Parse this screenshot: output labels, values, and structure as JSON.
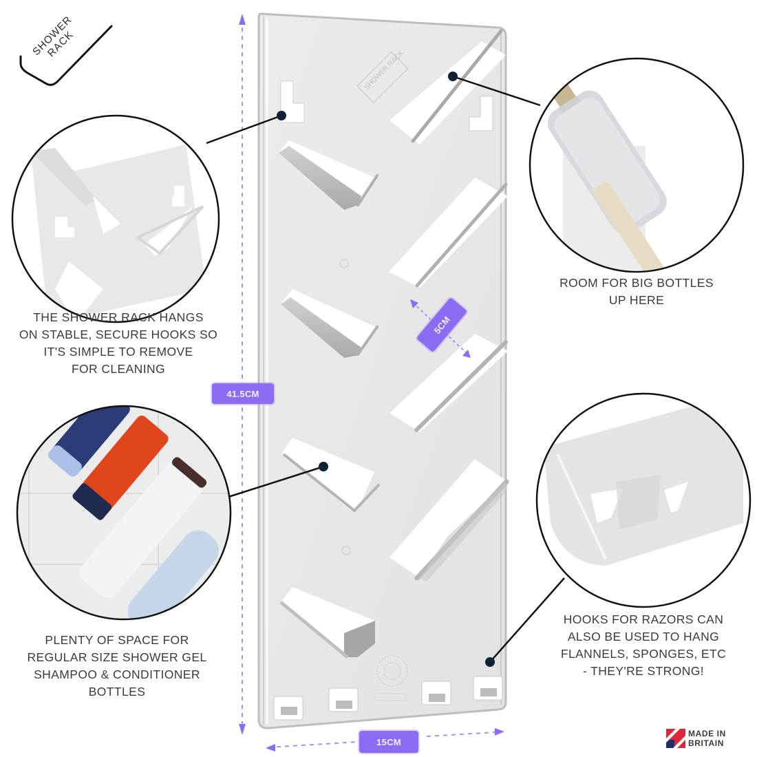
{
  "brand_tag": {
    "line1": "SHOWER",
    "line2": "RACK"
  },
  "rack_embossed_label": "SHOWER RACK",
  "callouts": [
    {
      "id": "hooks",
      "lines": [
        "THE SHOWER RACK HANGS",
        "ON STABLE, SECURE HOOKS SO",
        "IT'S SIMPLE TO REMOVE",
        "FOR CLEANING"
      ]
    },
    {
      "id": "big-bottles",
      "lines": [
        "ROOM FOR BIG BOTTLES",
        "UP HERE"
      ]
    },
    {
      "id": "regular-bottles",
      "lines": [
        "PLENTY OF SPACE FOR",
        "REGULAR SIZE SHOWER GEL",
        "SHAMPOO & CONDITIONER",
        "BOTTLES"
      ]
    },
    {
      "id": "razor-hooks",
      "lines": [
        "HOOKS FOR RAZORS CAN",
        "ALSO BE USED TO HANG",
        "FLANNELS, SPONGES, ETC",
        "- THEY'RE STRONG!"
      ]
    }
  ],
  "dimensions": {
    "height": "41.5CM",
    "width": "15CM",
    "shelf_gap": "5CM"
  },
  "made_in": {
    "line1": "MADE IN",
    "line2": "BRITAIN"
  },
  "colors": {
    "accent_purple": "#8b6cf2",
    "callout_line": "#111111",
    "callout_dot": "#0f2233",
    "rack_body": "#e6e6e6",
    "text": "#3b3b3b",
    "flag_red": "#d8283a",
    "flag_blue": "#1f2f6b"
  }
}
